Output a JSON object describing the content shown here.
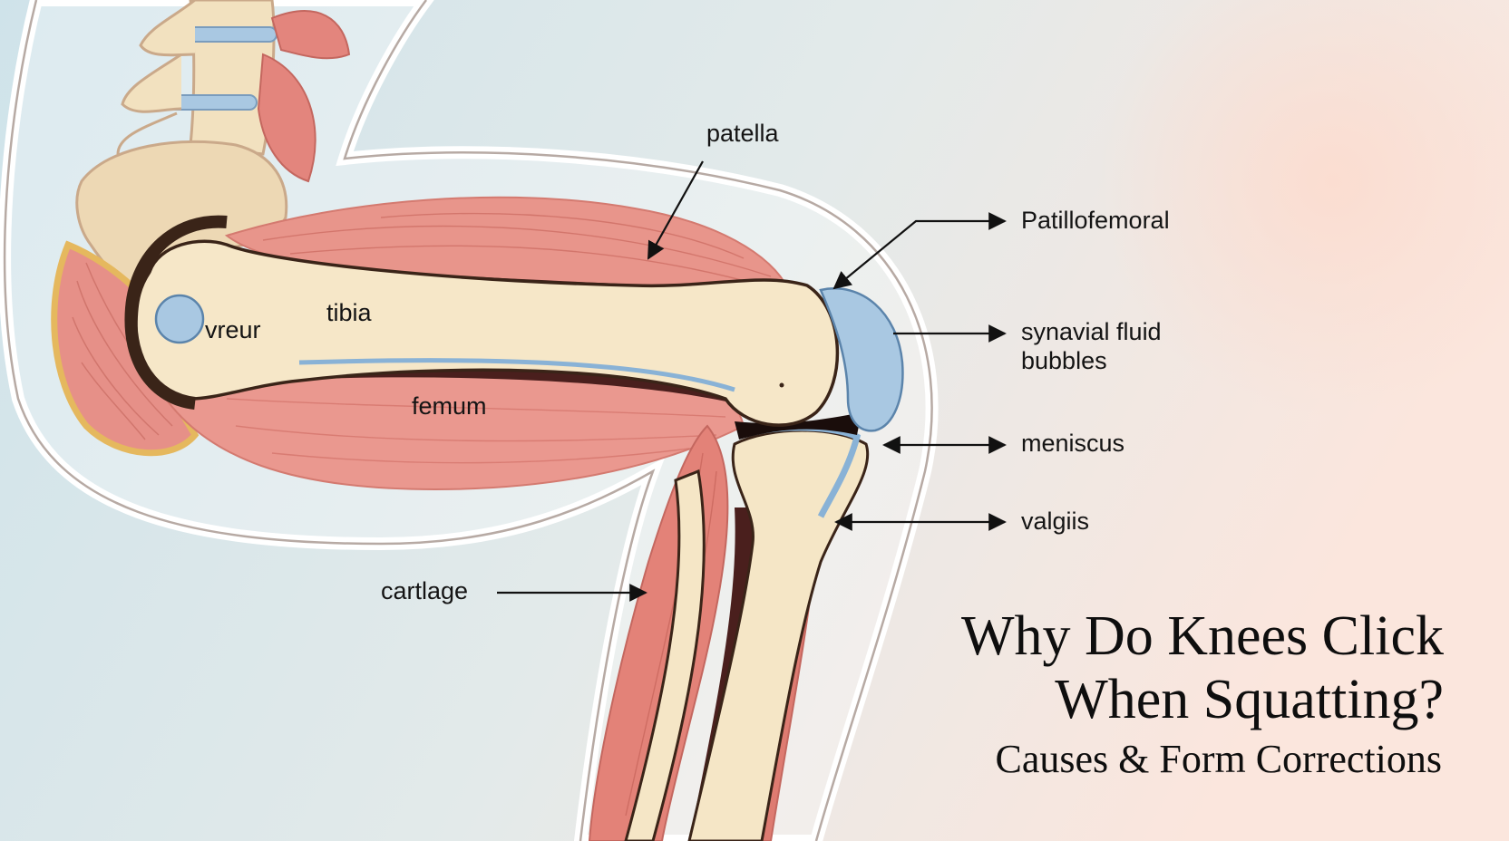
{
  "labels": {
    "patella": "patella",
    "patellofemoral": "Patillofemoral",
    "synovial_line1": "synavial fluid",
    "synovial_line2": "bubbles",
    "meniscus": "meniscus",
    "valgus": "valgiis",
    "tibia": "tibia",
    "femur_inner": "vreur",
    "femum": "femum",
    "cartlage": "cartlage"
  },
  "title": {
    "line1": "Why Do Knees Click",
    "line2": "When Squatting?",
    "subtitle": "Causes & Form Corrections"
  },
  "colors": {
    "bg_left": "#cfe3ea",
    "bg_right": "#fbe6dd",
    "bone": "#f5e6c6",
    "bone_edge": "#3a2418",
    "muscle": "#e69088",
    "muscle_dark": "#cf6b62",
    "cartilage_blue": "#a9c8e2",
    "skin_outline": "#ffffff"
  }
}
